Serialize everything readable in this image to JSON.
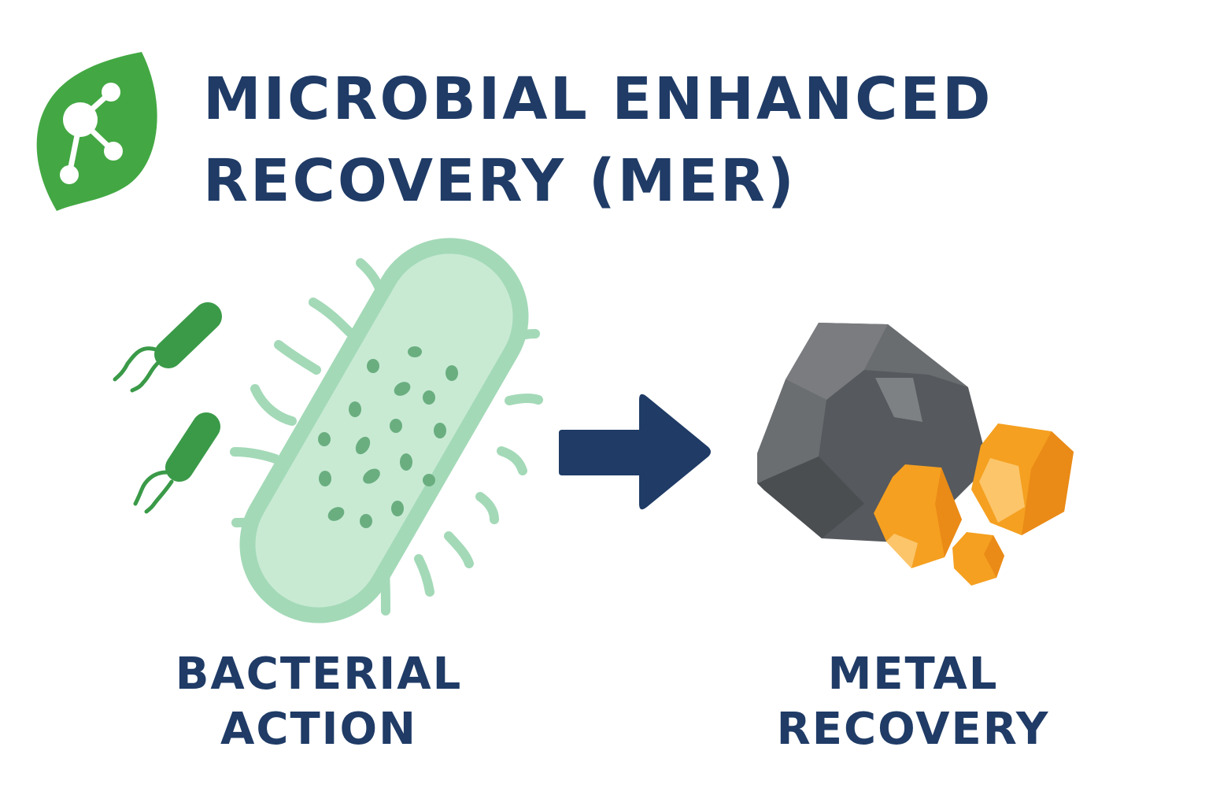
{
  "title": {
    "line1": "MICROBIAL ENHANCED",
    "line2": "RECOVERY (MER)"
  },
  "logo": {
    "icon": "leaf-molecule-icon",
    "color": "#43a843"
  },
  "stages": [
    {
      "icon": "bacteria-icon",
      "label_line1": "BACTERIAL",
      "label_line2": "ACTION"
    },
    {
      "icon": "ore-rock-icon",
      "label_line1": "METAL",
      "label_line2": "RECOVERY"
    }
  ],
  "flow": {
    "icon": "arrow-right-icon"
  },
  "colors": {
    "text": "#1f3b66",
    "bacteria_light": "#a3d9b7",
    "bacteria_dark": "#3a9a48",
    "rock": "#565a5e",
    "metal": "#f5a020"
  }
}
